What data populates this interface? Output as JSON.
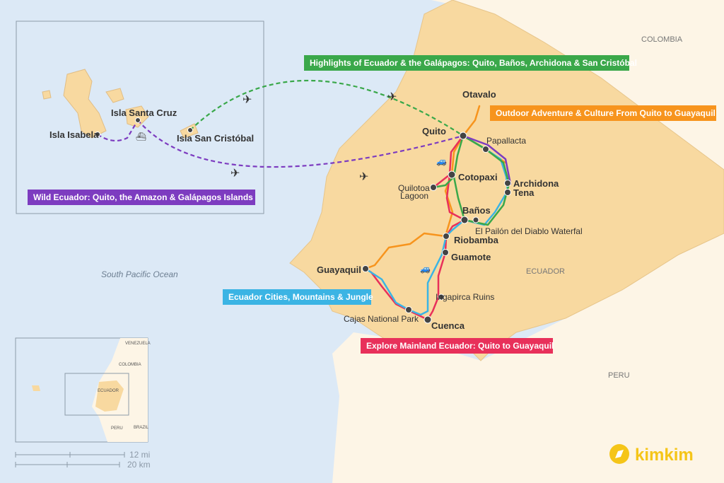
{
  "countries": {
    "colombia": "COLOMBIA",
    "ecuador": "ECUADOR",
    "peru": "PERU"
  },
  "ocean": "South Pacific Ocean",
  "places": {
    "otavalo": "Otavalo",
    "quito": "Quito",
    "papallacta": "Papallacta",
    "cotopaxi": "Cotopaxi",
    "quilotoa_1": "Quilotoa",
    "quilotoa_2": "Lagoon",
    "archidona": "Archidona",
    "tena": "Tena",
    "banos": "Baños",
    "pailon": "El Pailón del Diablo Waterfal",
    "riobamba": "Riobamba",
    "guamote": "Guamote",
    "guayaquil": "Guayaquil",
    "ingapirca": "Ingapirca Ruins",
    "cajas": "Cajas National Park",
    "cuenca": "Cuenca",
    "isabela": "Isla Isabela",
    "santa_cruz": "Isla Santa Cruz",
    "san_cristobal": "Isla San Cristóbal"
  },
  "routes": [
    {
      "name": "Highlights of Ecuador & the Galápagos: Quito, Baños, Archidona & San Cristóbal",
      "color": "#3aa84a"
    },
    {
      "name": "Outdoor Adventure & Culture From Quito to Guayaquil",
      "color": "#f7941d"
    },
    {
      "name": "Wild Ecuador: Quito, the Amazon & Galápagos Islands",
      "color": "#7d3cc0"
    },
    {
      "name": "Ecuador Cities, Mountains & Jungle",
      "color": "#3bb4e4"
    },
    {
      "name": "Explore Mainland Ecuador: Quito to Guayaquil",
      "color": "#e8305a"
    }
  ],
  "locator": {
    "venezuela": "VENEZUELA",
    "colombia": "COLOMBIA",
    "ecuador": "ECUADOR",
    "peru": "PERU",
    "brazil": "BRAZIL"
  },
  "scale": {
    "mi": "12 mi",
    "km": "20 km"
  },
  "brand": "kimkim"
}
